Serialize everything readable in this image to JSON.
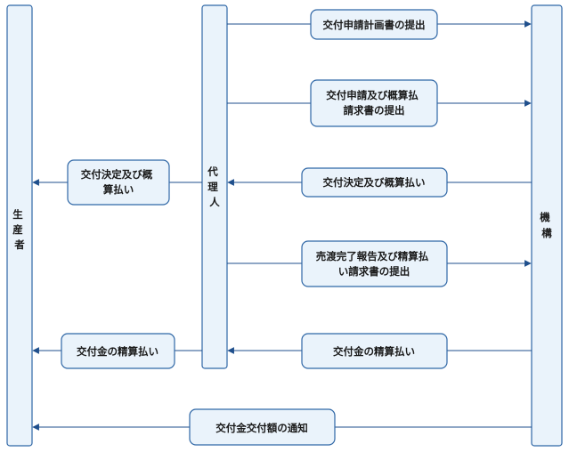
{
  "actors": {
    "producer": "生産者",
    "agent": "代理人",
    "organization": "機構"
  },
  "steps": {
    "plan_submission": [
      "交付申請計画書の提出"
    ],
    "application_advance": [
      "交付申請及び概算払",
      "請求書の提出"
    ],
    "decision_advance_org": [
      "交付決定及び概算払い"
    ],
    "decision_advance_agent": [
      "交付決定及び概",
      "算払い"
    ],
    "sales_report": [
      "売渡完了報告及び精算払",
      "い請求書の提出"
    ],
    "final_payment_org": [
      "交付金の精算払い"
    ],
    "final_payment_agent": [
      "交付金の精算払い"
    ],
    "amount_notice": [
      "交付金交付額の通知"
    ]
  }
}
